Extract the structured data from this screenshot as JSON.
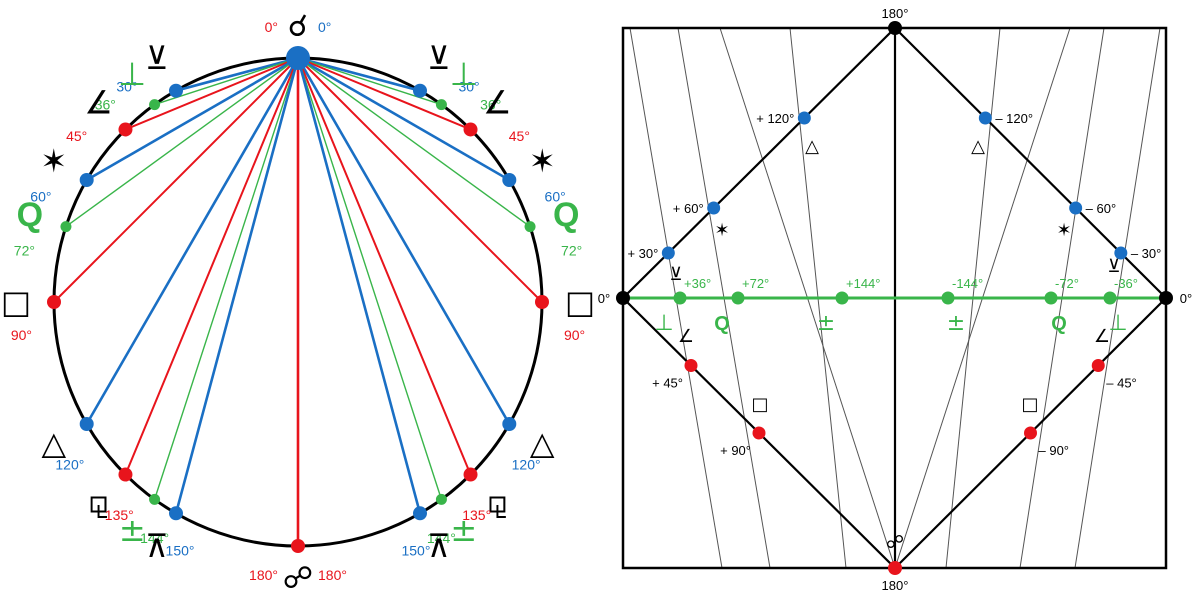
{
  "colors": {
    "red": "#e8141c",
    "blue": "#1a6fc4",
    "green": "#39b54a",
    "black": "#000000",
    "gray": "#555555"
  },
  "circle": {
    "aspects": [
      {
        "deg": 0,
        "color": "blue",
        "label": "0°",
        "glyph": "☌",
        "icon": "conjunction-glyph"
      },
      {
        "deg": 30,
        "color": "blue",
        "label": "30°",
        "glyph": "⊻",
        "icon": "semisextile-glyph"
      },
      {
        "deg": 36,
        "color": "green",
        "label": "36°",
        "glyph": "⊥",
        "icon": "decile-glyph"
      },
      {
        "deg": 45,
        "color": "red",
        "label": "45°",
        "glyph": "∠",
        "icon": "semisquare-glyph"
      },
      {
        "deg": 60,
        "color": "blue",
        "label": "60°",
        "glyph": "✶",
        "icon": "sextile-glyph"
      },
      {
        "deg": 72,
        "color": "green",
        "label": "72°",
        "glyph": "Q",
        "icon": "quintile-glyph"
      },
      {
        "deg": 90,
        "color": "red",
        "label": "90°",
        "glyph": "□",
        "icon": "square-glyph"
      },
      {
        "deg": 120,
        "color": "blue",
        "label": "120°",
        "glyph": "△",
        "icon": "trine-glyph"
      },
      {
        "deg": 135,
        "color": "red",
        "label": "135°",
        "glyph": "⚼",
        "icon": "sesquiquadrate-glyph"
      },
      {
        "deg": 144,
        "color": "green",
        "label": "144°",
        "glyph": "±",
        "icon": "biquintile-glyph"
      },
      {
        "deg": 150,
        "color": "blue",
        "label": "150°",
        "glyph": "⊼",
        "icon": "quincunx-glyph"
      },
      {
        "deg": 180,
        "color": "red",
        "label": "180°",
        "glyph": "☍",
        "icon": "opposition-glyph"
      }
    ],
    "top_label_red": "0°",
    "bottom_label_left": "180°",
    "bottom_label_right": "180°"
  },
  "square": {
    "top_label": "180°",
    "bottom_label": "180°",
    "left_label": "0°",
    "right_label": "0°",
    "blue_points": [
      {
        "side": "left",
        "deg": 30,
        "label": "+ 30°"
      },
      {
        "side": "left",
        "deg": 60,
        "label": "+ 60°"
      },
      {
        "side": "left",
        "deg": 120,
        "label": "+ 120°"
      },
      {
        "side": "right",
        "deg": 30,
        "label": "– 30°"
      },
      {
        "side": "right",
        "deg": 60,
        "label": "– 60°"
      },
      {
        "side": "right",
        "deg": 120,
        "label": "– 120°"
      }
    ],
    "red_points": [
      {
        "side": "left",
        "deg": 45,
        "label": "+ 45°"
      },
      {
        "side": "left",
        "deg": 90,
        "label": "+ 90°"
      },
      {
        "side": "right",
        "deg": 45,
        "label": "– 45°"
      },
      {
        "side": "right",
        "deg": 90,
        "label": "– 90°"
      }
    ],
    "green_points": [
      {
        "deg": 36,
        "label": "+36°",
        "glyph": "⊥"
      },
      {
        "deg": 72,
        "label": "+72°",
        "glyph": "Q"
      },
      {
        "deg": 144,
        "label": "+144°",
        "glyph": "±"
      },
      {
        "deg": -144,
        "label": "-144°",
        "glyph": "±"
      },
      {
        "deg": -72,
        "label": "-72°",
        "glyph": "Q"
      },
      {
        "deg": -36,
        "label": "-36°",
        "glyph": "⊥"
      }
    ]
  }
}
